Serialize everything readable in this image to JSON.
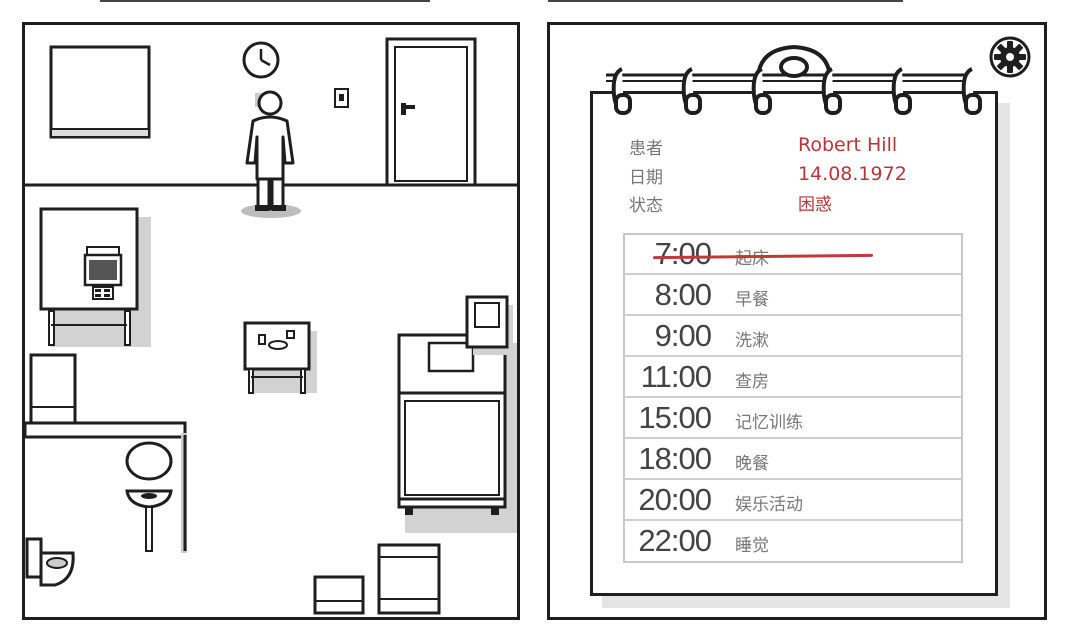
{
  "patient_card": {
    "labels": {
      "patient": "患者",
      "date": "日期",
      "status": "状态"
    },
    "patient_name": "Robert Hill",
    "birth_date": "14.08.1972",
    "status_value": "困惑"
  },
  "schedule": [
    {
      "time": "7:00",
      "task": "起床",
      "done": true
    },
    {
      "time": "8:00",
      "task": "早餐",
      "done": false
    },
    {
      "time": "9:00",
      "task": "洗漱",
      "done": false
    },
    {
      "time": "11:00",
      "task": "查房",
      "done": false
    },
    {
      "time": "15:00",
      "task": "记忆训练",
      "done": false
    },
    {
      "time": "18:00",
      "task": "晚餐",
      "done": false
    },
    {
      "time": "20:00",
      "task": "娱乐活动",
      "done": false
    },
    {
      "time": "22:00",
      "task": "睡觉",
      "done": false
    }
  ],
  "icons": {
    "settings": "gear-icon",
    "clock": "clock-icon"
  },
  "colors": {
    "ink": "#1e1e1e",
    "accent_red": "#b3363a",
    "shadow": "#cfcfcf"
  }
}
